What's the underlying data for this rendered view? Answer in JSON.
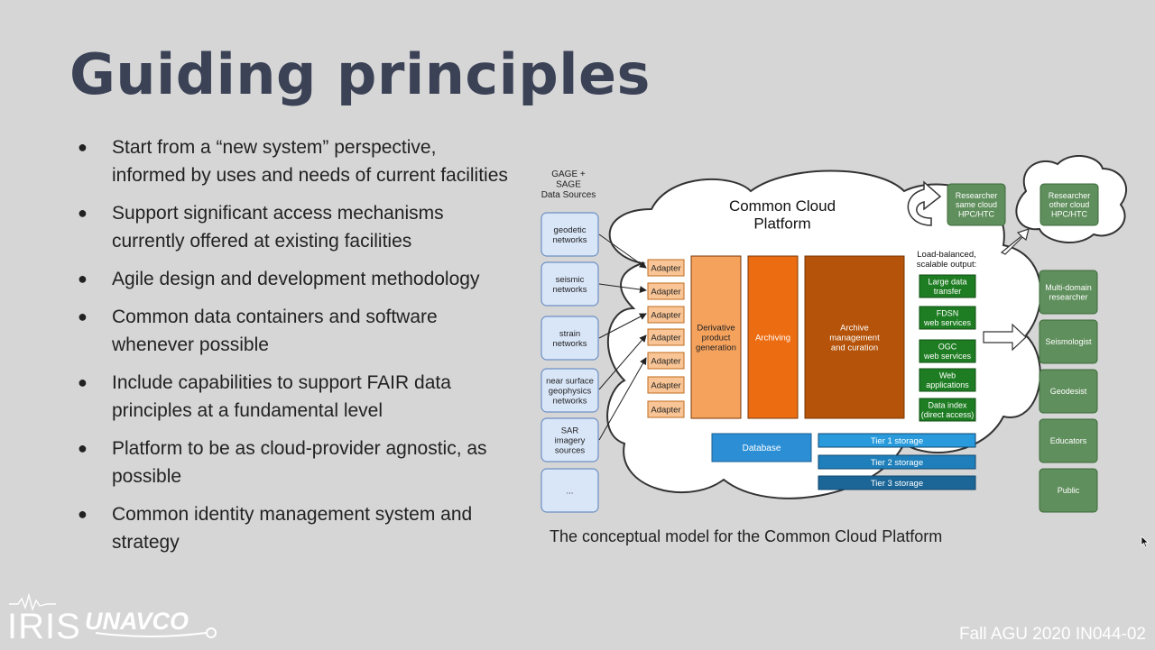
{
  "slide": {
    "title": "Guiding principles",
    "bullets": [
      "Start from a “new system” perspective, informed by uses and needs of current facilities",
      "Support significant access mechanisms currently offered at existing facilities",
      "Agile design and development methodology",
      "Common data containers and software whenever possible",
      "Include capabilities to support FAIR data principles at a fundamental level",
      "Platform to be as cloud-provider agnostic, as possible",
      "Common identity management system and strategy"
    ],
    "bullet_glyph": "●",
    "caption": "The conceptual model for the Common Cloud Platform",
    "footer": "Fall AGU 2020 IN044-02"
  },
  "logos": {
    "iris": "IRIS",
    "unavco": "UNAVCO"
  },
  "diagram": {
    "sources_header": [
      "GAGE +",
      "SAGE",
      "Data Sources"
    ],
    "sources": [
      [
        "geodetic",
        "networks"
      ],
      [
        "seismic",
        "networks"
      ],
      [
        "strain",
        "networks"
      ],
      [
        "near surface",
        "geophysics",
        "networks"
      ],
      [
        "SAR",
        "imagery",
        "sources"
      ],
      [
        "..."
      ]
    ],
    "cloud_title": [
      "Common Cloud",
      "Platform"
    ],
    "adapter_label": "Adapter",
    "stages": [
      [
        "Derivative",
        "product",
        "generation"
      ],
      [
        "Archiving"
      ],
      [
        "Archive",
        "management",
        "and curation"
      ]
    ],
    "output_header": [
      "Load-balanced,",
      "scalable output:"
    ],
    "outputs": [
      [
        "Large data",
        "transfer"
      ],
      [
        "FDSN",
        "web services"
      ],
      [
        "OGC",
        "web services"
      ],
      [
        "Web",
        "applications"
      ],
      [
        "Data index",
        "(direct access)"
      ]
    ],
    "database_label": "Database",
    "storage": [
      "Tier 1 storage",
      "Tier 2 storage",
      "Tier 3 storage"
    ],
    "researchers": [
      [
        "Researcher",
        "same cloud",
        "HPC/HTC"
      ],
      [
        "Researcher",
        "other cloud",
        "HPC/HTC"
      ]
    ],
    "users": [
      [
        "Multi-domain",
        "researcher"
      ],
      [
        "Seismologist"
      ],
      [
        "Geodesist"
      ],
      [
        "Educators"
      ],
      [
        "Public"
      ]
    ],
    "colors": {
      "source_fill": "#d9e6f8",
      "source_stroke": "#6d8fc4",
      "adapter_fill": "#f9c596",
      "stage1": "#f5a25d",
      "stage2": "#ec6c12",
      "stage3": "#b45309",
      "output_green": "#1e7d22",
      "user_green": "#5f8f5c",
      "db_blue": "#2c8fd6",
      "tier1": "#299bdc",
      "tier2": "#1f7fba",
      "tier3": "#1b6697"
    }
  }
}
